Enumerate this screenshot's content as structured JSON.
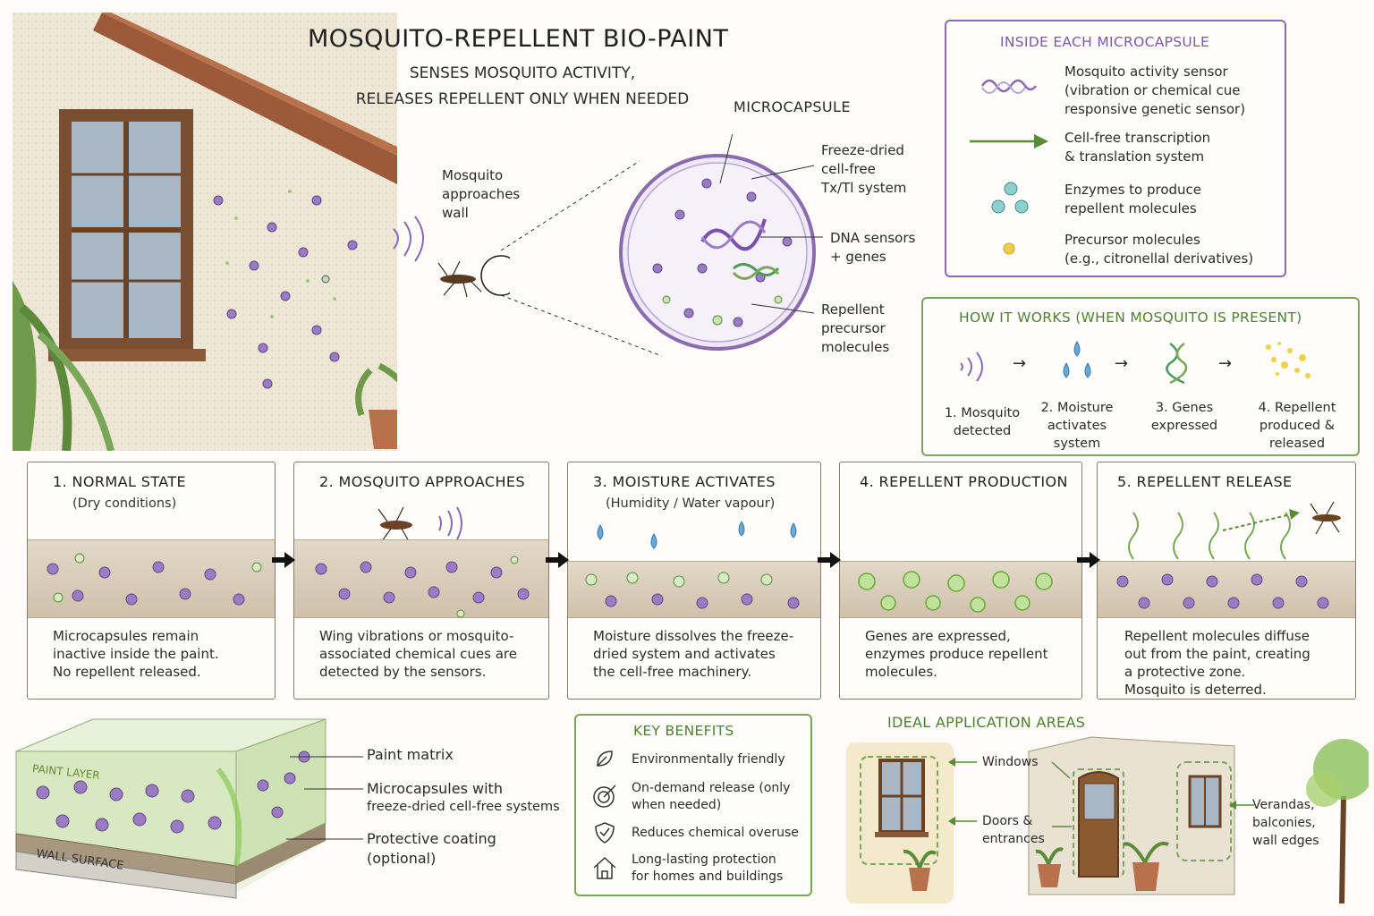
{
  "title": "MOSQUITO-REPELLENT BIO-PAINT",
  "subtitle_line1": "SENSES MOSQUITO ACTIVITY,",
  "subtitle_line2": "RELEASES REPELLENT ONLY WHEN NEEDED",
  "hero": {
    "mosquito_label": [
      "Mosquito",
      "approaches",
      "wall"
    ],
    "microcapsule_label": "MICROCAPSULE",
    "freeze_dried_label": [
      "Freeze-dried",
      "cell-free",
      "Tx/Tl system"
    ],
    "dna_label": [
      "DNA sensors",
      "+ genes"
    ],
    "precursor_label": [
      "Repellent",
      "precursor",
      "molecules"
    ]
  },
  "inside": {
    "heading": "INSIDE EACH MICROCAPSULE",
    "items": [
      {
        "icon": "sensor-wave-icon",
        "lines": [
          "Mosquito activity sensor",
          "(vibration or chemical cue",
          "responsive genetic sensor)"
        ]
      },
      {
        "icon": "green-arrow-icon",
        "lines": [
          "Cell-free transcription",
          "& translation system"
        ]
      },
      {
        "icon": "enzyme-cluster-icon",
        "lines": [
          "Enzymes to produce",
          "repellent molecules"
        ]
      },
      {
        "icon": "precursor-dot-icon",
        "lines": [
          "Precursor molecules",
          "(e.g., citronellal derivatives)"
        ]
      }
    ]
  },
  "how": {
    "heading": "HOW IT WORKS (WHEN MOSQUITO IS PRESENT)",
    "steps": [
      {
        "icon": "sound-wave-icon",
        "lines": [
          "1. Mosquito",
          "detected"
        ]
      },
      {
        "icon": "water-drops-icon",
        "lines": [
          "2. Moisture",
          "activates",
          "system"
        ]
      },
      {
        "icon": "dna-icon",
        "lines": [
          "3. Genes",
          "expressed"
        ]
      },
      {
        "icon": "repellent-particles-icon",
        "lines": [
          "4. Repellent",
          "produced &",
          "released"
        ]
      }
    ],
    "arrow": "→"
  },
  "steps": [
    {
      "title": "1.  NORMAL STATE",
      "sub": "(Dry conditions)",
      "desc": [
        "Microcapsules remain",
        "inactive inside the paint.",
        "No repellent released."
      ]
    },
    {
      "title": "2. MOSQUITO APPROACHES",
      "sub": "",
      "desc": [
        "Wing vibrations or mosquito-",
        "associated chemical cues are",
        "detected by the sensors."
      ]
    },
    {
      "title": "3. MOISTURE ACTIVATES",
      "sub": "(Humidity / Water vapour)",
      "desc": [
        "Moisture dissolves the freeze-",
        "dried system and activates",
        "the cell-free machinery."
      ]
    },
    {
      "title": "4. REPELLENT PRODUCTION",
      "sub": "",
      "desc": [
        "Genes are expressed,",
        "enzymes produce repellent",
        "molecules."
      ]
    },
    {
      "title": "5. REPELLENT RELEASE",
      "sub": "",
      "desc": [
        "Repellent molecules diffuse",
        "out from the paint, creating",
        "a protective zone.",
        "Mosquito is deterred."
      ]
    }
  ],
  "layers": {
    "paint_layer_label": "PAINT LAYER",
    "wall_surface_label": "WALL SURFACE",
    "paint_matrix": "Paint matrix",
    "microcapsules_with": "Microcapsules with",
    "freeze_dried": "freeze-dried cell-free systems",
    "protective": "Protective coating",
    "optional": "(optional)"
  },
  "benefits": {
    "heading": "KEY BENEFITS",
    "items": [
      {
        "icon": "leaf-icon",
        "lines": [
          "Environmentally friendly"
        ]
      },
      {
        "icon": "target-icon",
        "lines": [
          "On-demand release (only",
          "when needed)"
        ]
      },
      {
        "icon": "shield-icon",
        "lines": [
          "Reduces chemical overuse"
        ]
      },
      {
        "icon": "house-icon",
        "lines": [
          "Long-lasting protection",
          "for homes and buildings"
        ]
      }
    ]
  },
  "areas": {
    "heading": "IDEAL APPLICATION AREAS",
    "windows": "Windows",
    "doors": [
      "Doors &",
      "entrances"
    ],
    "verandas": [
      "Verandas,",
      "balconies,",
      "wall edges"
    ]
  },
  "colors": {
    "purple": "#8a6bb0",
    "green": "#7aa659",
    "paint": "#e3d9c9",
    "capsule": "#9b7cc4"
  }
}
